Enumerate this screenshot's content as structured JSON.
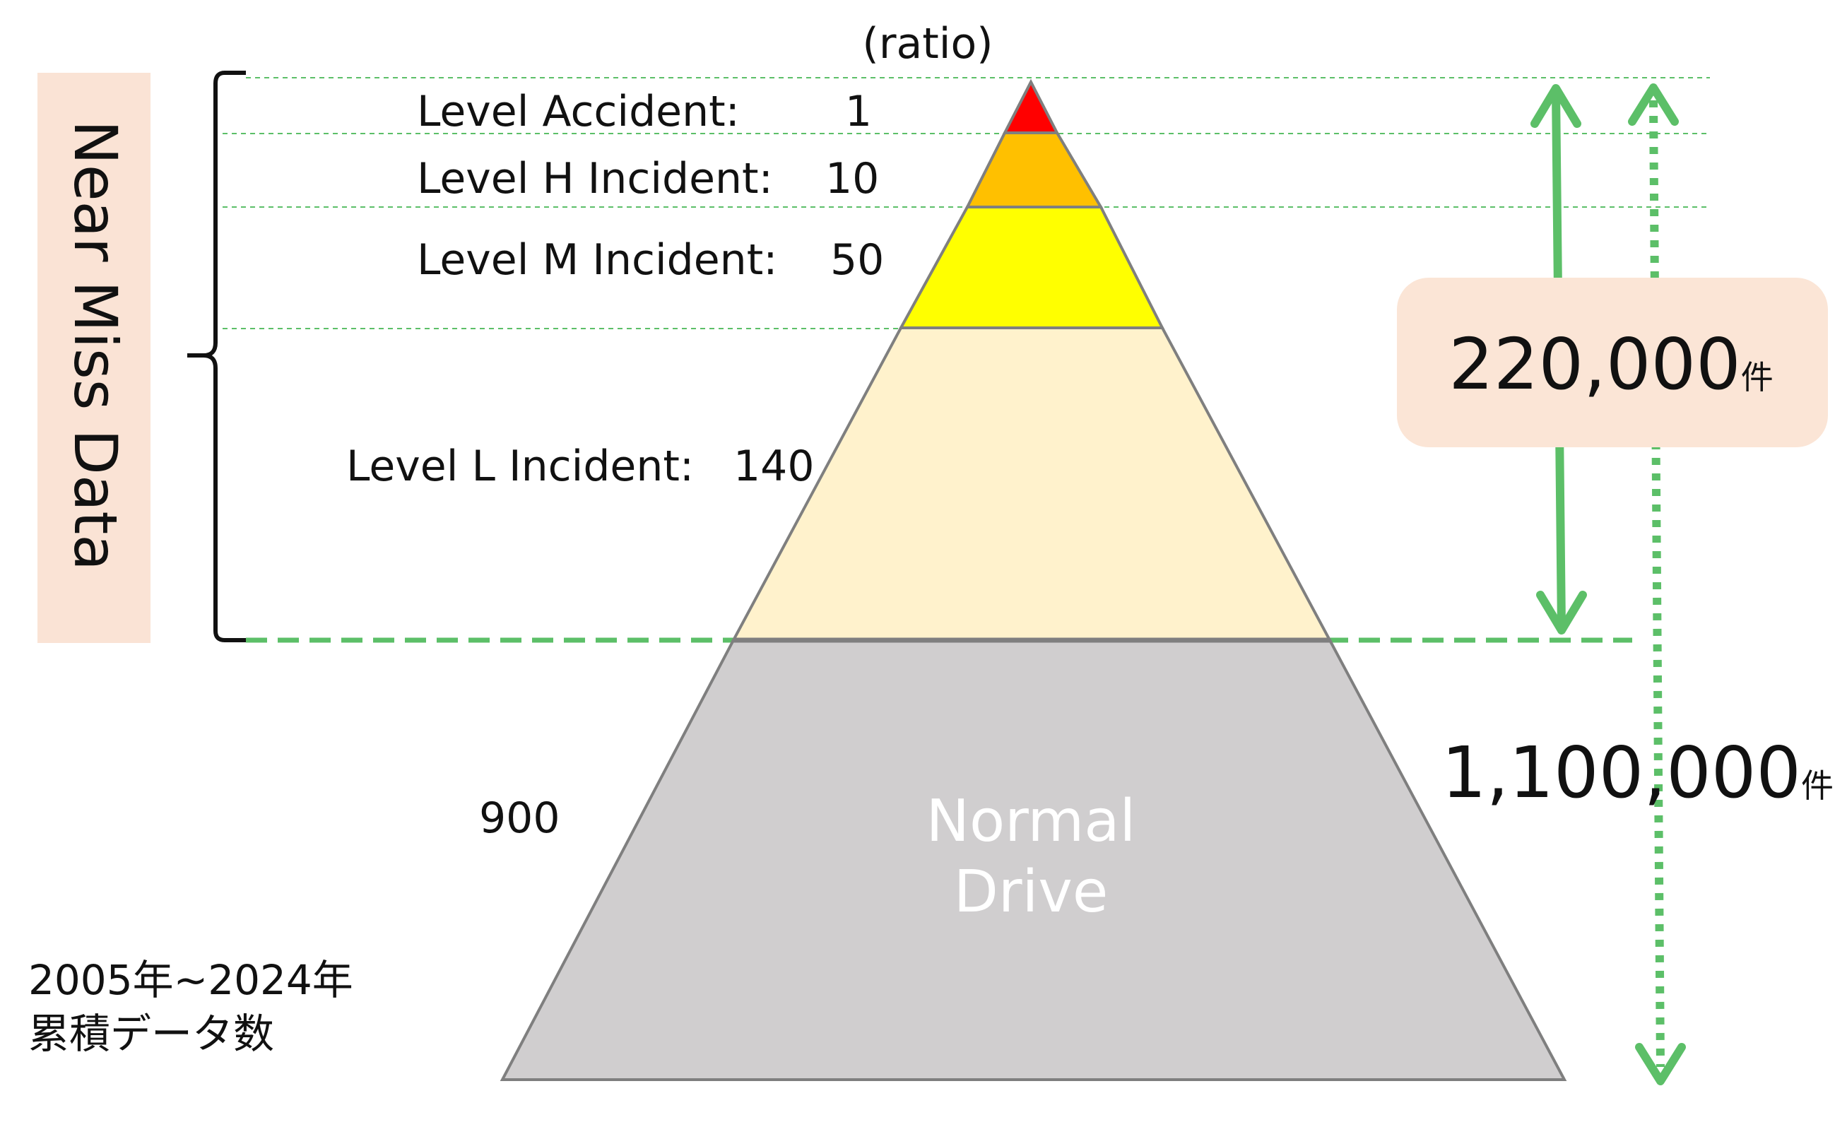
{
  "diagram": {
    "ratio_header": "(ratio)",
    "levels": [
      {
        "label": "Level Accident:",
        "value": "1",
        "color": "#ff0000"
      },
      {
        "label": "Level H Incident:",
        "value": "10",
        "color": "#ffc000"
      },
      {
        "label": "Level M Incident:",
        "value": "50",
        "color": "#ffff00"
      },
      {
        "label": "Level L Incident:",
        "value": "140",
        "color": "#fff2cc"
      }
    ],
    "base": {
      "value": "900",
      "line1": "Normal",
      "line2": "Drive",
      "color": "#d0cecf"
    },
    "side_label": "Near Miss Data",
    "side_label_bg": "#fae3d5",
    "near_miss_total": {
      "number": "220,000",
      "unit": "件",
      "bg": "#fbe5d6"
    },
    "overall_total": {
      "number": "1,100,000",
      "unit": "件"
    },
    "period": {
      "line1": "2005年~2024年",
      "line2": "累積データ数"
    },
    "accent_color": "#5cbf68",
    "edge_color": "#7f7f7f"
  }
}
